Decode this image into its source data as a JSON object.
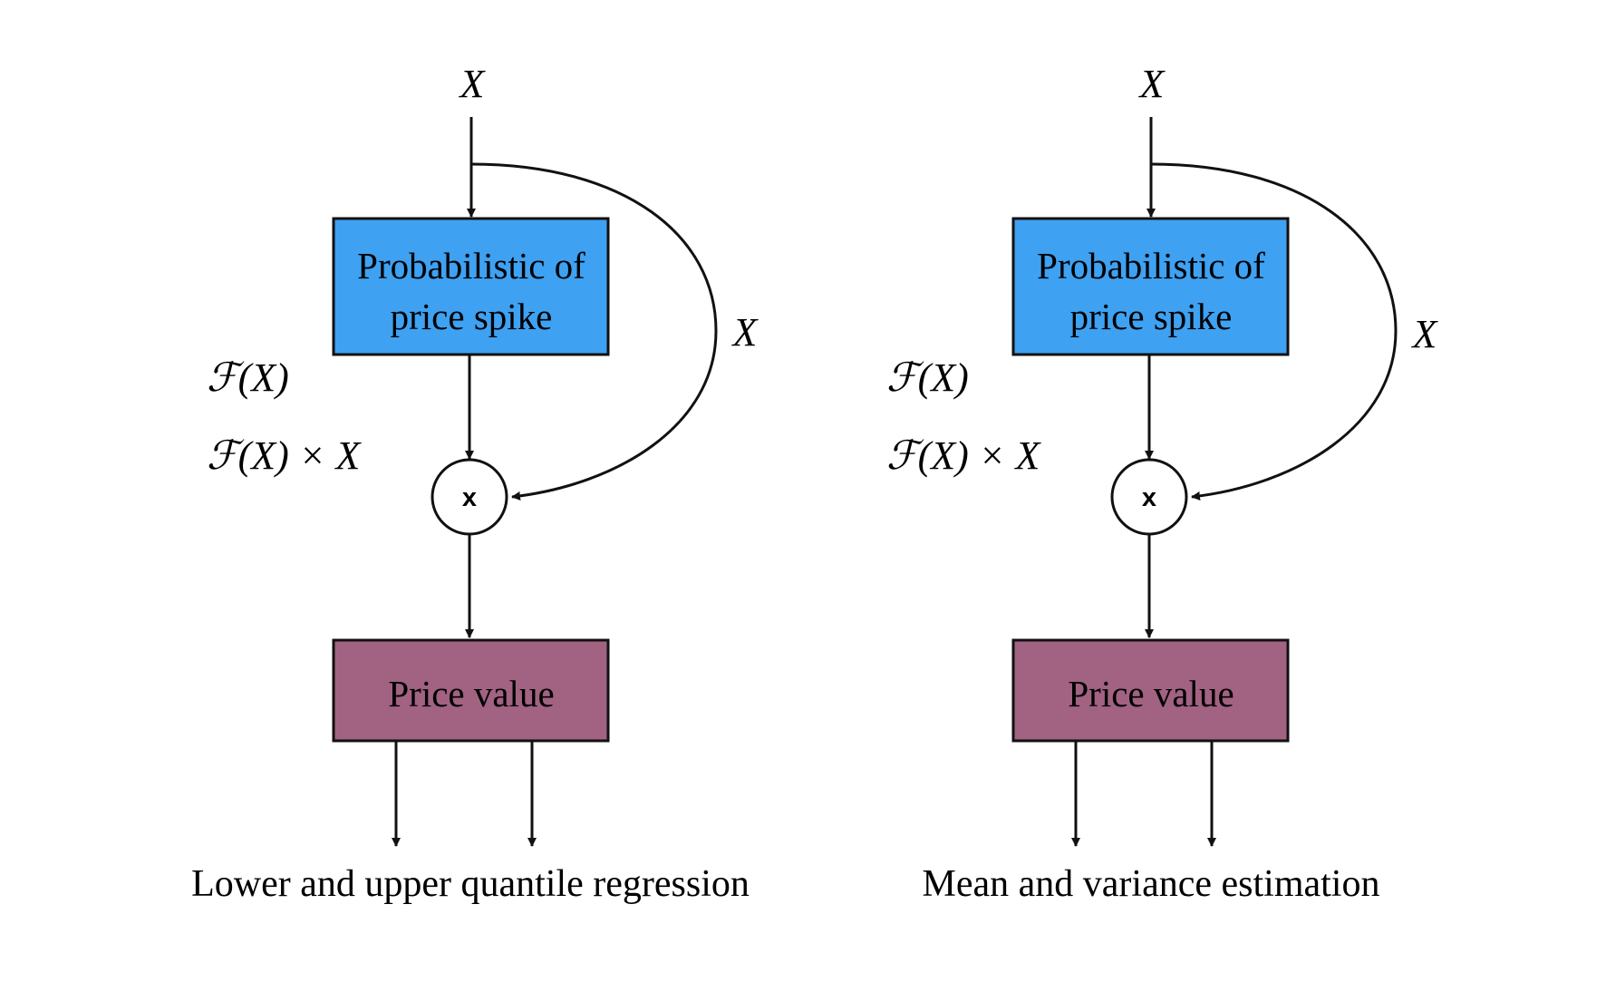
{
  "panels": [
    {
      "input_label": "X",
      "skip_label": "X",
      "spike_box": {
        "line1": "Probabilistic of",
        "line2": "price spike",
        "color": "#3EA1F2"
      },
      "f_label": "ℱ(X)",
      "product_label": "ℱ(X) × X",
      "multiply_symbol": "x",
      "value_box": {
        "label": "Price value",
        "color": "#A26282"
      },
      "caption": "Lower and upper quantile regression"
    },
    {
      "input_label": "X",
      "skip_label": "X",
      "spike_box": {
        "line1": "Probabilistic of",
        "line2": "price spike",
        "color": "#3EA1F2"
      },
      "f_label": "ℱ(X)",
      "product_label": "ℱ(X) × X",
      "multiply_symbol": "x",
      "value_box": {
        "label": "Price value",
        "color": "#A26282"
      },
      "caption": "Mean and variance estimation"
    }
  ]
}
